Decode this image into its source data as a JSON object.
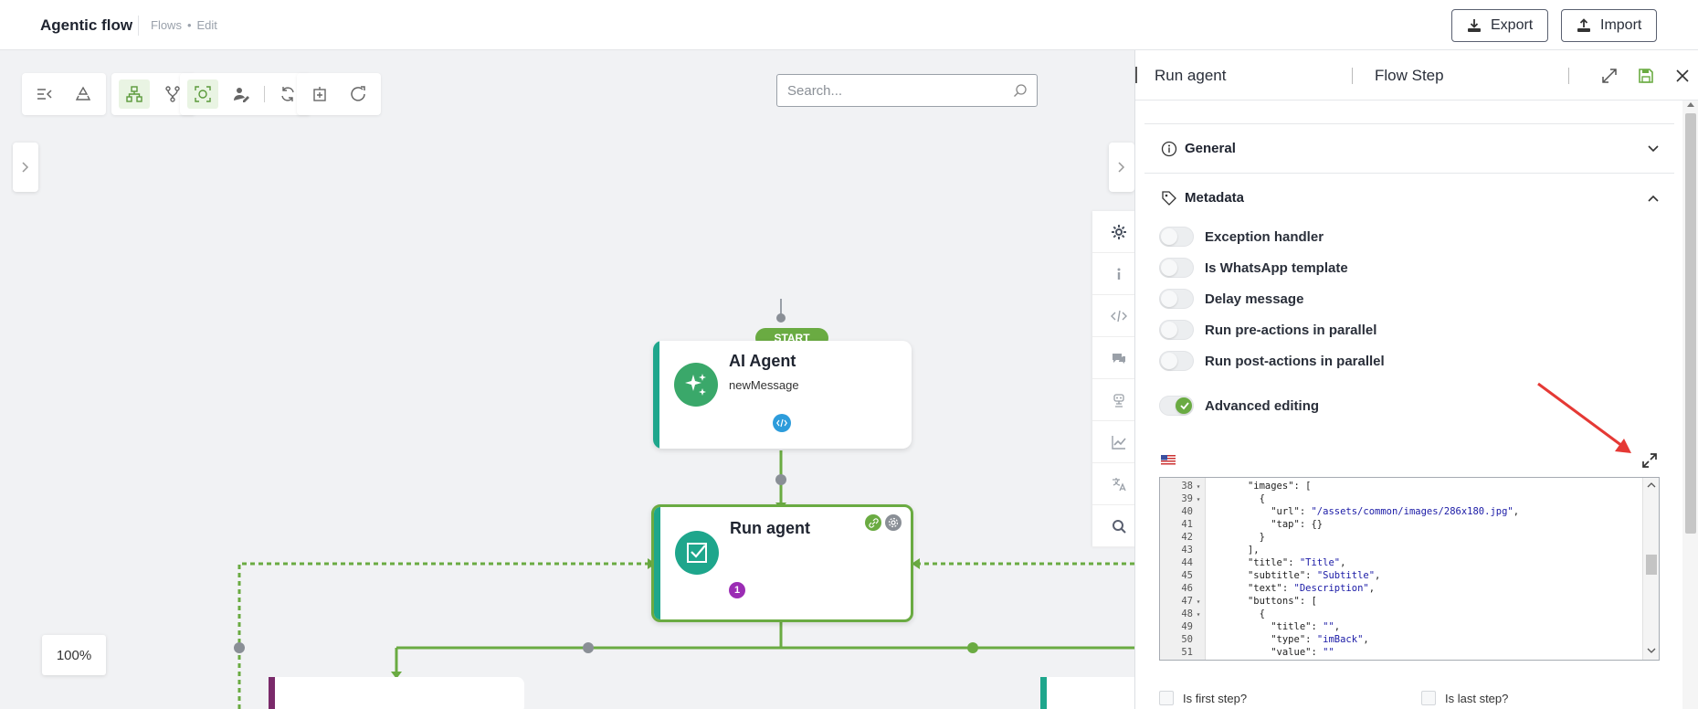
{
  "header": {
    "title": "Agentic flow",
    "breadcrumb": [
      "Flows",
      "Edit"
    ],
    "export_label": "Export",
    "import_label": "Import"
  },
  "canvas": {
    "search_placeholder": "Search...",
    "zoom": "100%",
    "start_label": "START",
    "nodes": {
      "ai_agent": {
        "title": "AI Agent",
        "subtitle": "newMessage"
      },
      "run_agent": {
        "title": "Run agent",
        "badge": "1"
      }
    }
  },
  "panel": {
    "title": "Run agent",
    "subtitle": "Flow Step",
    "sections": {
      "general": "General",
      "metadata": "Metadata"
    },
    "toggles": [
      {
        "label": "Exception handler",
        "on": false
      },
      {
        "label": "Is WhatsApp template",
        "on": false
      },
      {
        "label": "Delay message",
        "on": false
      },
      {
        "label": "Run pre-actions in parallel",
        "on": false
      },
      {
        "label": "Run post-actions in parallel",
        "on": false
      },
      {
        "label": "Advanced editing",
        "on": true
      }
    ],
    "code_lines": [
      {
        "n": "38",
        "fold": true,
        "text": "      \"images\": ["
      },
      {
        "n": "39",
        "fold": true,
        "text": "        {"
      },
      {
        "n": "40",
        "fold": false,
        "text": "          \"url\": \"/assets/common/images/286x180.jpg\","
      },
      {
        "n": "41",
        "fold": false,
        "text": "          \"tap\": {}"
      },
      {
        "n": "42",
        "fold": false,
        "text": "        }"
      },
      {
        "n": "43",
        "fold": false,
        "text": "      ],"
      },
      {
        "n": "44",
        "fold": false,
        "text": "      \"title\": \"Title\","
      },
      {
        "n": "45",
        "fold": false,
        "text": "      \"subtitle\": \"Subtitle\","
      },
      {
        "n": "46",
        "fold": false,
        "text": "      \"text\": \"Description\","
      },
      {
        "n": "47",
        "fold": true,
        "text": "      \"buttons\": ["
      },
      {
        "n": "48",
        "fold": true,
        "text": "        {"
      },
      {
        "n": "49",
        "fold": false,
        "text": "          \"title\": \"\","
      },
      {
        "n": "50",
        "fold": false,
        "text": "          \"type\": \"imBack\","
      },
      {
        "n": "51",
        "fold": false,
        "text": "          \"value\": \"\""
      }
    ],
    "first_step_label": "Is first step?",
    "last_step_label": "Is last step?"
  },
  "colors": {
    "accent_green": "#6aab42",
    "teal": "#1ea68c",
    "annotation_red": "#e53935"
  }
}
